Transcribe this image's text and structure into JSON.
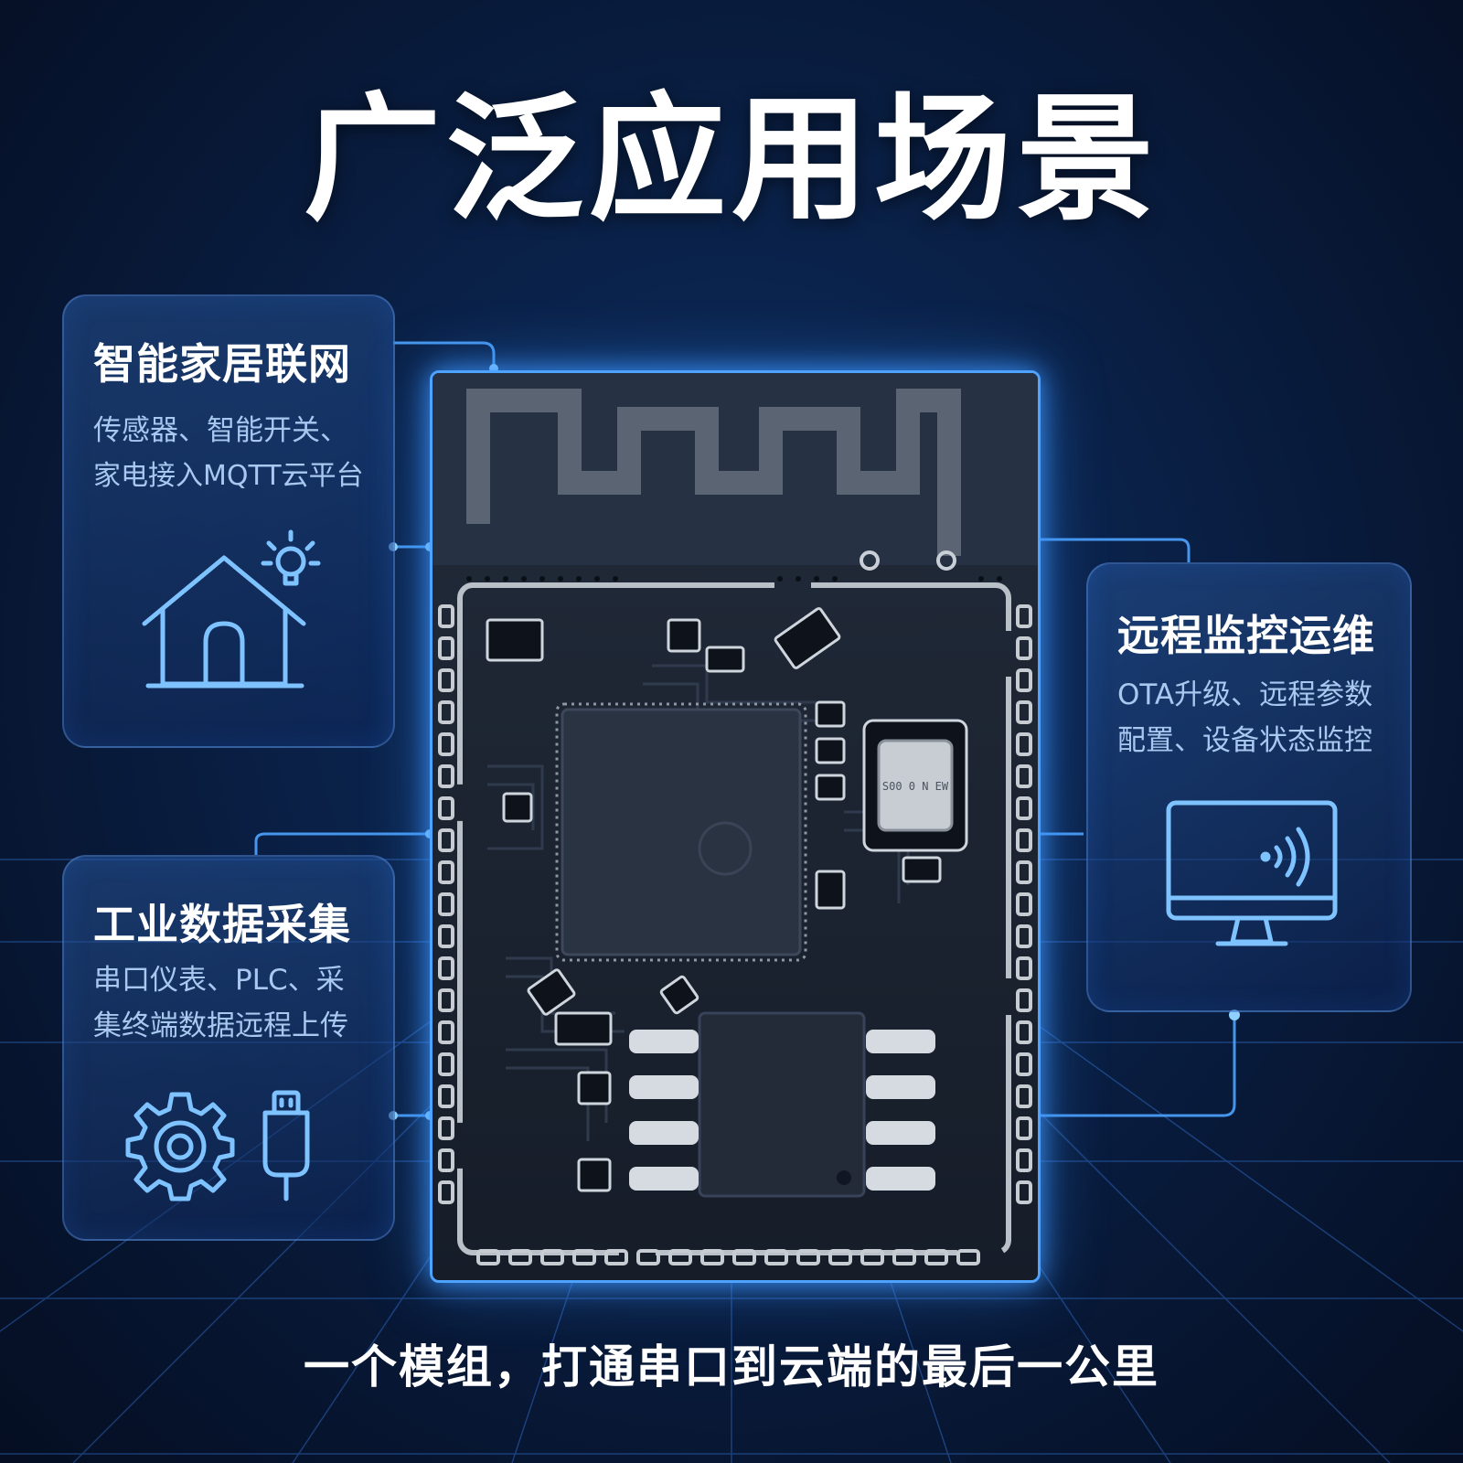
{
  "title": "广泛应用场景",
  "cards": {
    "smart_home": {
      "heading": "智能家居联网",
      "line1": "传感器、智能开关、",
      "line2": "家电接入MQTT云平台",
      "icon": "house-bulb-icon"
    },
    "industrial": {
      "heading": "工业数据采集",
      "line1": "串口仪表、PLC、采",
      "line2": "集终端数据远程上传",
      "icon": "gear-plug-icon"
    },
    "remote": {
      "heading": "远程监控运维",
      "line1": "OTA升级、远程参数",
      "line2": "配置、设备状态监控",
      "icon": "monitor-wifi-icon"
    }
  },
  "module": {
    "crystal_mark": "S00 0 N EW",
    "icon": "wifi-module-board"
  },
  "footer": "一个模组，打通串口到云端的最后一公里",
  "colors": {
    "background": "#0a2148",
    "accent_glow": "#4da3ff",
    "text_secondary": "#a9c8f0",
    "board": "#1b2230"
  }
}
